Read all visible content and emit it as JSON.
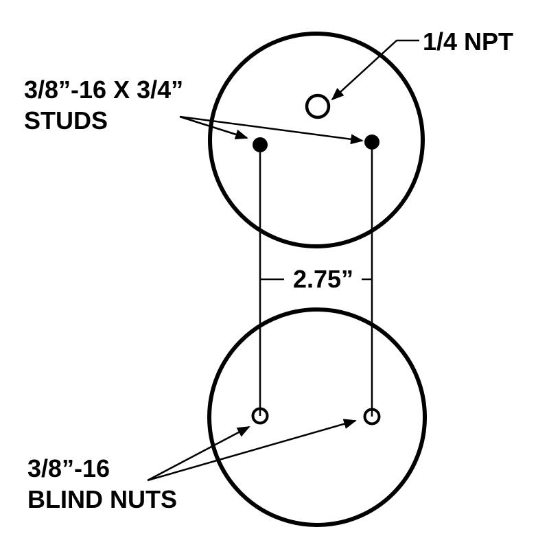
{
  "diagram": {
    "type": "technical-drawing",
    "description_visible_text_only": true,
    "colors": {
      "line": "#000000",
      "background": "#ffffff"
    },
    "labels": {
      "npt": "1/4 NPT",
      "studs_line1": "3/8”-16 X 3/4”",
      "studs_line2": "STUDS",
      "dimension": "2.75”",
      "blind_nuts_line1": "3/8”-16",
      "blind_nuts_line2": "BLIND NUTS"
    }
  }
}
